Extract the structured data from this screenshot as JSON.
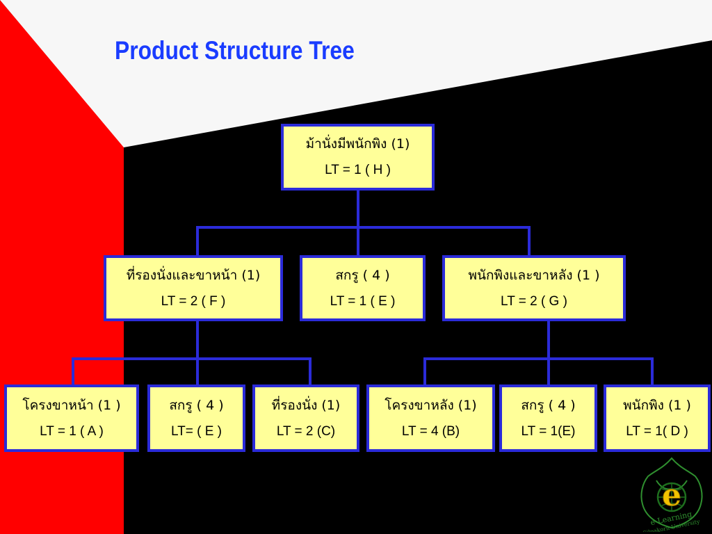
{
  "slide": {
    "title": "Product Structure Tree",
    "colors": {
      "background": "#000000",
      "red_band": "#ff0000",
      "white_band": "#f7f7f7",
      "title": "#1a3cff",
      "node_fill": "#ffff99",
      "node_border": "#2b2bd9",
      "connector": "#2b2bd9"
    }
  },
  "tree": {
    "root": {
      "name": "ม้านั่งมีพนักพิง (1)",
      "lt": "LT   = 1 ( H )"
    },
    "level2": [
      {
        "name": "ที่รองนั่งและขาหน้า (1)",
        "lt": "LT   = 2 ( F )"
      },
      {
        "name": "สกรู ( 4 )",
        "lt": "LT   = 1 ( E )"
      },
      {
        "name": "พนักพิงและขาหลัง (1 )",
        "lt": "LT   = 2  ( G )"
      }
    ],
    "level3": [
      {
        "name": "โครงขาหน้า (1 )",
        "lt": "LT   = 1 ( A )"
      },
      {
        "name": "สกรู ( 4 )",
        "lt": "LT=   ( E )"
      },
      {
        "name": "ที่รองนั่ง (1)",
        "lt": "LT   = 2 (C)"
      },
      {
        "name": "โครงขาหลัง (1)",
        "lt": "LT   = 4 (B)"
      },
      {
        "name": "สกรู ( 4 )",
        "lt": "LT = 1(E)"
      },
      {
        "name": "พนักพิง (1 )",
        "lt": "LT   = 1( D )"
      }
    ]
  },
  "logo": {
    "letter": "e",
    "caption_line1": "e-Learning",
    "caption_line2": "Silpakorn University"
  }
}
